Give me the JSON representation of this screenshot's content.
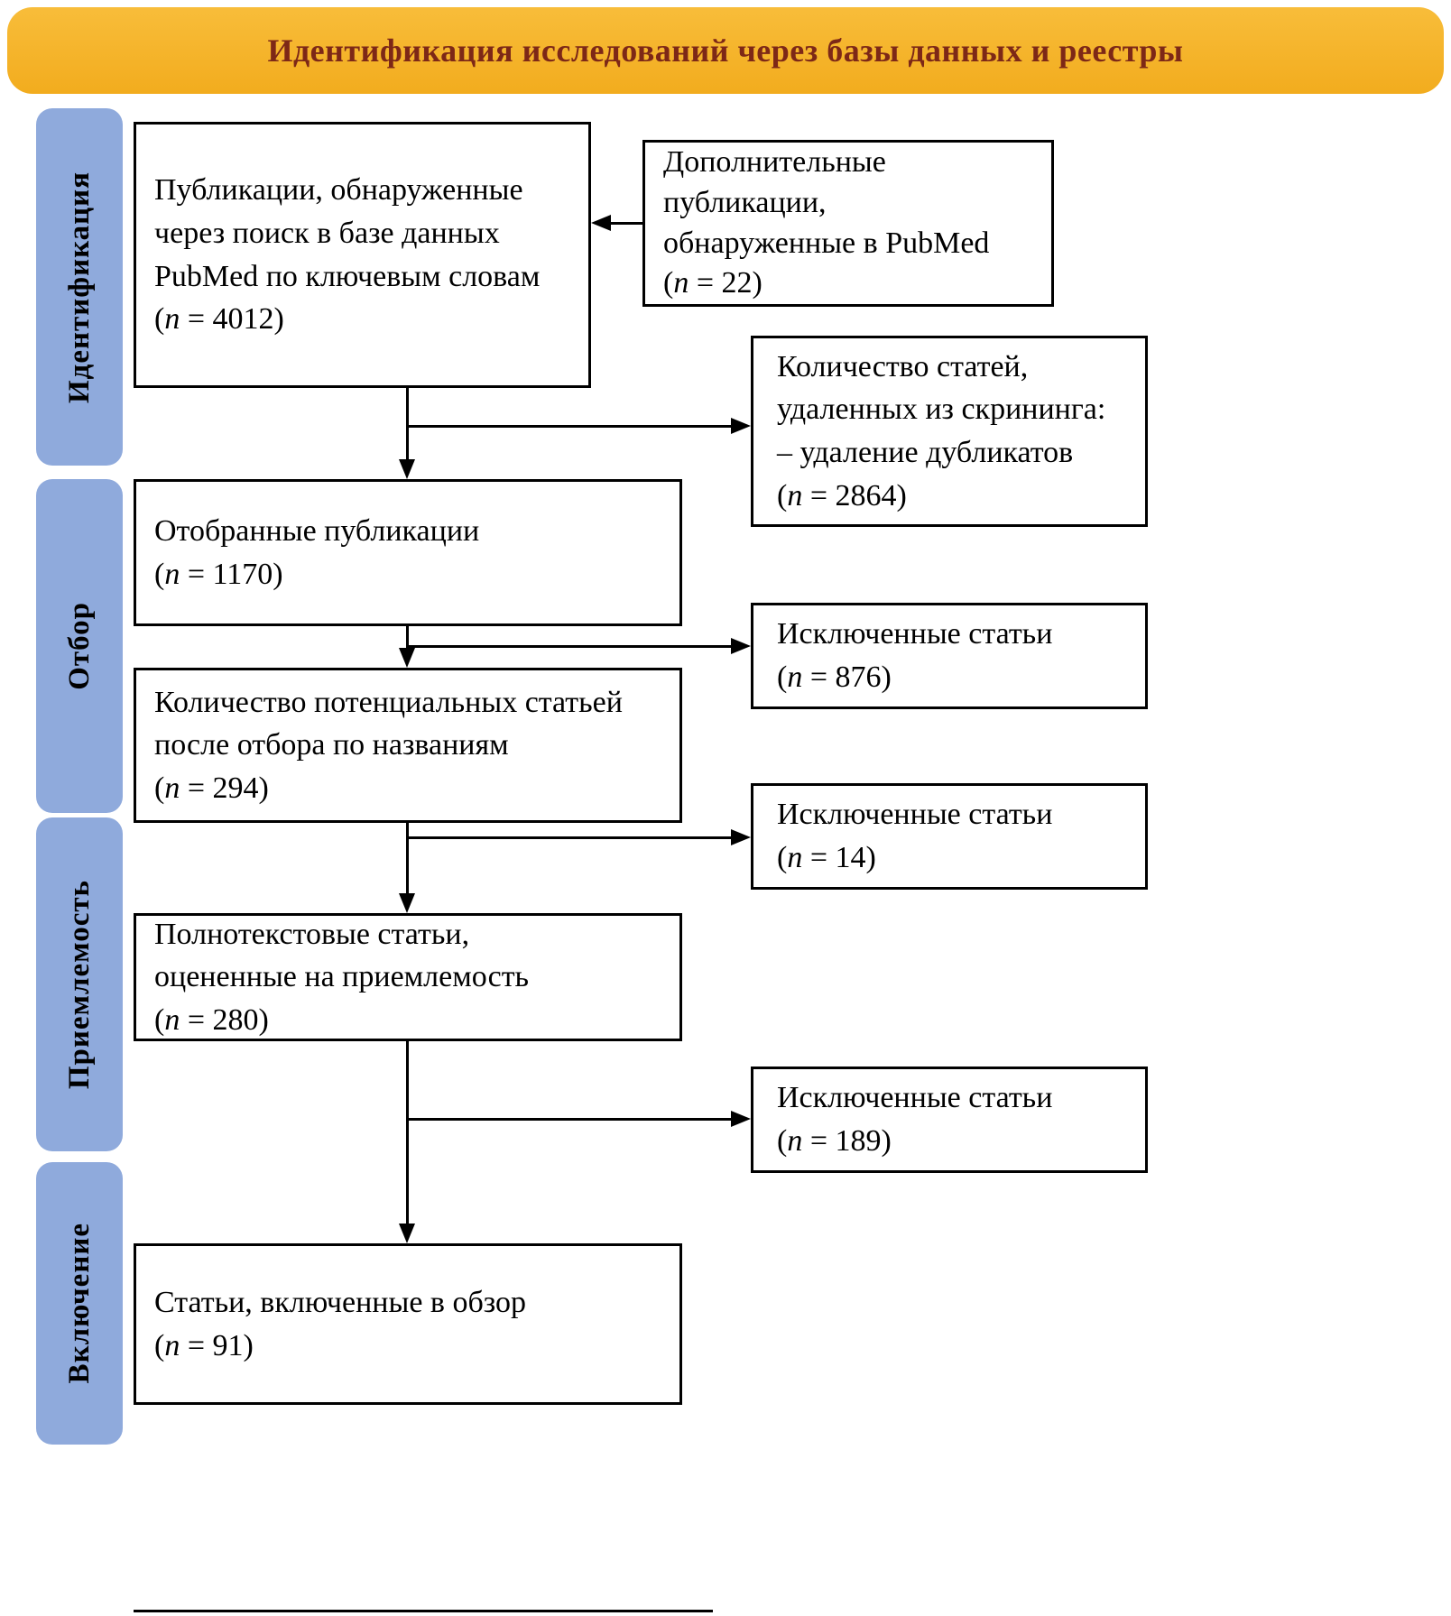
{
  "banner": {
    "title": "Идентификация исследований через базы данных и реестры"
  },
  "stages": [
    {
      "id": "identification",
      "label": "Идентификация"
    },
    {
      "id": "screening",
      "label": "Отбор"
    },
    {
      "id": "eligibility",
      "label": "Приемлемость"
    },
    {
      "id": "inclusion",
      "label": "Включение"
    }
  ],
  "boxes": {
    "identified": {
      "lines": [
        "Публикации, обнаруженные",
        "через поиск в базе данных",
        "PubMed по ключевым словам"
      ],
      "n": "(n = 4012)"
    },
    "additional": {
      "lines": [
        "Дополнительные",
        "публикации,",
        "обнаруженные в PubMed"
      ],
      "n": "(n = 22)"
    },
    "removed": {
      "lines": [
        "Количество статей,",
        "удаленных из скрининга:",
        "– удаление дубликатов"
      ],
      "n": "(n = 2864)"
    },
    "screened": {
      "lines": [
        "Отобранные публикации"
      ],
      "n": "(n = 1170)"
    },
    "excluded_screening": {
      "lines": [
        "Исключенные статьи"
      ],
      "n": "(n = 876)"
    },
    "potential": {
      "lines": [
        "Количество потенциальных статьей",
        "после отбора по названиям"
      ],
      "n": "(n = 294)"
    },
    "excluded_titles": {
      "lines": [
        "Исключенные статьи"
      ],
      "n": "(n = 14)"
    },
    "fulltext": {
      "lines": [
        "Полнотекстовые статьи,",
        "оцененные на приемлемость"
      ],
      "n": "(n = 280)"
    },
    "excluded_fulltext": {
      "lines": [
        "Исключенные статьи"
      ],
      "n": "(n = 189)"
    },
    "included": {
      "lines": [
        "Статьи, включенные в обзор"
      ],
      "n": "(n = 91)"
    }
  },
  "colors": {
    "banner_bg": "#F2AC1E",
    "banner_text": "#7D2817",
    "stage_bg": "#8FAADC"
  }
}
